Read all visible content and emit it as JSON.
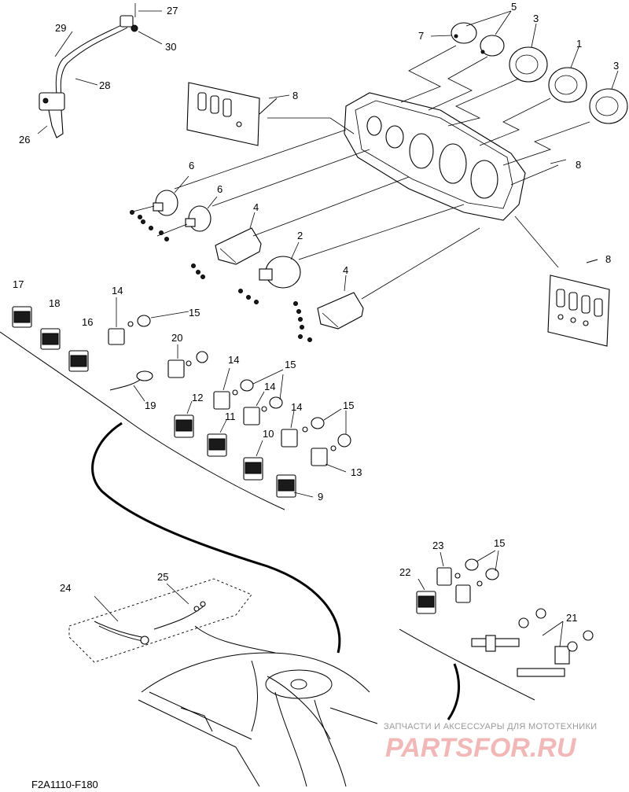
{
  "diagram": {
    "code": "F2A1110-F180",
    "watermark_top": "ЗАПЧАСТИ И АКСЕССУАРЫ ДЛЯ МОТОТЕХНИКИ",
    "watermark_logo": "PARTSFOR.RU",
    "labels": [
      {
        "id": "l1",
        "text": "1"
      },
      {
        "id": "l2",
        "text": "2"
      },
      {
        "id": "l3a",
        "text": "3"
      },
      {
        "id": "l3b",
        "text": "3"
      },
      {
        "id": "l4a",
        "text": "4"
      },
      {
        "id": "l4b",
        "text": "4"
      },
      {
        "id": "l5",
        "text": "5"
      },
      {
        "id": "l6a",
        "text": "6"
      },
      {
        "id": "l6b",
        "text": "6"
      },
      {
        "id": "l7",
        "text": "7"
      },
      {
        "id": "l8a",
        "text": "8"
      },
      {
        "id": "l8b",
        "text": "8"
      },
      {
        "id": "l8c",
        "text": "8"
      },
      {
        "id": "l9",
        "text": "9"
      },
      {
        "id": "l10",
        "text": "10"
      },
      {
        "id": "l11",
        "text": "11"
      },
      {
        "id": "l12",
        "text": "12"
      },
      {
        "id": "l13",
        "text": "13"
      },
      {
        "id": "l14a",
        "text": "14"
      },
      {
        "id": "l14b",
        "text": "14"
      },
      {
        "id": "l14c",
        "text": "14"
      },
      {
        "id": "l14d",
        "text": "14"
      },
      {
        "id": "l15a",
        "text": "15"
      },
      {
        "id": "l15b",
        "text": "15"
      },
      {
        "id": "l15c",
        "text": "15"
      },
      {
        "id": "l15d",
        "text": "15"
      },
      {
        "id": "l16",
        "text": "16"
      },
      {
        "id": "l17",
        "text": "17"
      },
      {
        "id": "l18",
        "text": "18"
      },
      {
        "id": "l19",
        "text": "19"
      },
      {
        "id": "l20",
        "text": "20"
      },
      {
        "id": "l21",
        "text": "21"
      },
      {
        "id": "l22",
        "text": "22"
      },
      {
        "id": "l23",
        "text": "23"
      },
      {
        "id": "l24",
        "text": "24"
      },
      {
        "id": "l25",
        "text": "25"
      },
      {
        "id": "l26",
        "text": "26"
      },
      {
        "id": "l27",
        "text": "27"
      },
      {
        "id": "l28",
        "text": "28"
      },
      {
        "id": "l29",
        "text": "29"
      },
      {
        "id": "l30",
        "text": "30"
      }
    ]
  }
}
